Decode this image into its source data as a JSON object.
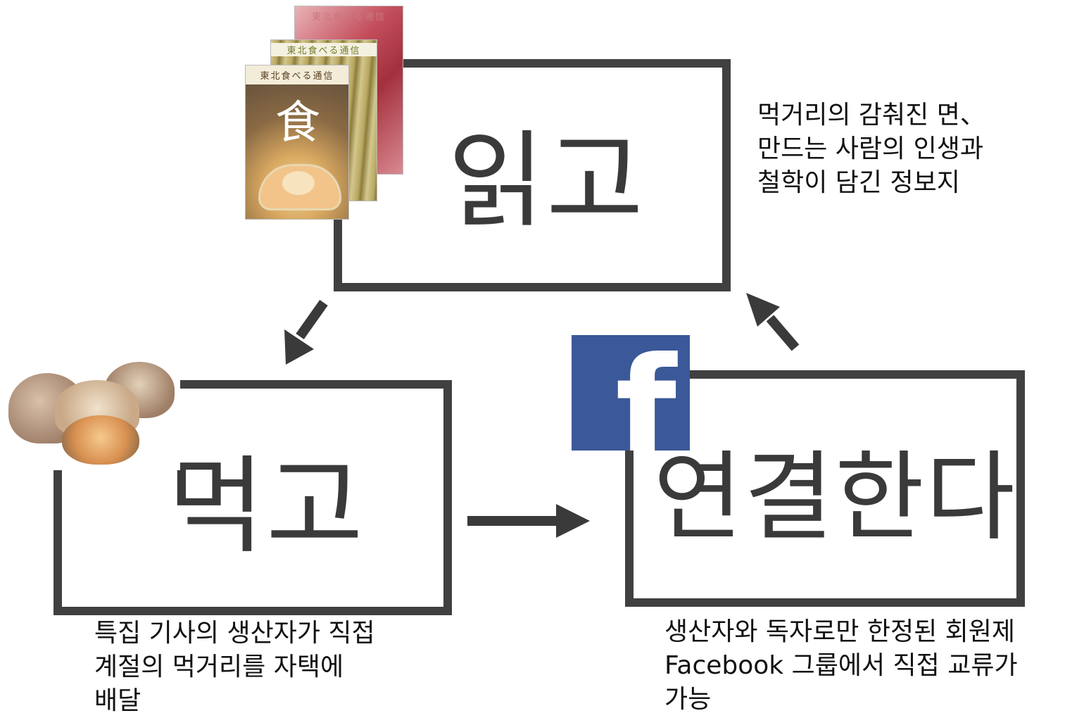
{
  "nodes": {
    "read": {
      "label": "읽고",
      "caption": "먹거리의 감춰진 면、\n만드는 사람의  인생과\n철학이 담긴 정보지"
    },
    "eat": {
      "label": "먹고",
      "caption": "특집 기사의 생산자가 직접\n계절의 먹거리를 자택에\n배달"
    },
    "connect": {
      "label": "연결한다",
      "caption": "생산자와 독자로만 한정된 회원제\nFacebook 그룹에서 직접 교류가\n가능"
    }
  },
  "magazines": {
    "title": "東北食べる通信",
    "cover_glyph": "食"
  },
  "facebook_logo": {
    "glyph": "f",
    "color": "#3b5998"
  },
  "colors": {
    "box_border": "#404040",
    "arrow": "#3a3a3a"
  }
}
